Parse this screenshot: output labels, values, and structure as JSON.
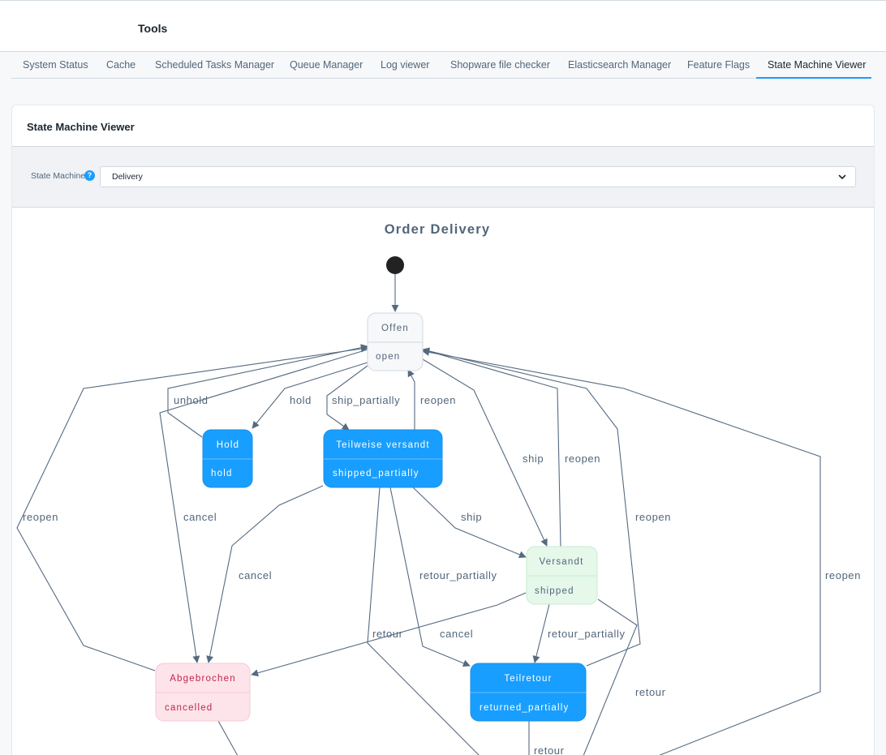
{
  "header": {
    "title": "Tools"
  },
  "tabs": [
    {
      "label": "System Status"
    },
    {
      "label": "Cache"
    },
    {
      "label": "Scheduled Tasks Manager"
    },
    {
      "label": "Queue Manager"
    },
    {
      "label": "Log viewer"
    },
    {
      "label": "Shopware file checker"
    },
    {
      "label": "Elasticsearch Manager"
    },
    {
      "label": "Feature Flags"
    },
    {
      "label": "State Machine Viewer",
      "active": true
    }
  ],
  "card": {
    "title": "State Machine Viewer",
    "state_machine_label": "State Machine",
    "help_icon": "?",
    "select_value": "Delivery"
  },
  "colors": {
    "accent": "#189eff",
    "state_default_fill": "#f7f8fa",
    "state_blue_fill": "#189eff",
    "state_green_fill": "#e6f8ea",
    "state_red_fill": "#fde4ea",
    "edge": "#556a80"
  },
  "diagram": {
    "title": "Order Delivery",
    "states": {
      "open": {
        "name": "Offen",
        "technical": "open"
      },
      "hold": {
        "name": "Hold",
        "technical": "hold"
      },
      "shipped_partially": {
        "name": "Teilweise versandt",
        "technical": "shipped_partially"
      },
      "shipped": {
        "name": "Versandt",
        "technical": "shipped"
      },
      "cancelled": {
        "name": "Abgebrochen",
        "technical": "cancelled"
      },
      "returned_partially": {
        "name": "Teilretour",
        "technical": "returned_partially"
      }
    },
    "transitions": {
      "unhold": "unhold",
      "hold": "hold",
      "ship_partially": "ship_partially",
      "reopen_from_partial": "reopen",
      "ship_from_open": "ship",
      "reopen_from_shipped": "reopen",
      "reopen_left": "reopen",
      "cancel_left": "cancel",
      "ship_from_partial": "ship",
      "reopen_right": "reopen",
      "cancel_from_partial": "cancel",
      "retour_partially_from_partial": "retour_partially",
      "reopen_far_right": "reopen",
      "retour_left": "retour",
      "cancel_mid": "cancel",
      "retour_partially_from_shipped": "retour_partially",
      "retour_right": "retour",
      "retour_bottom": "retour"
    }
  }
}
